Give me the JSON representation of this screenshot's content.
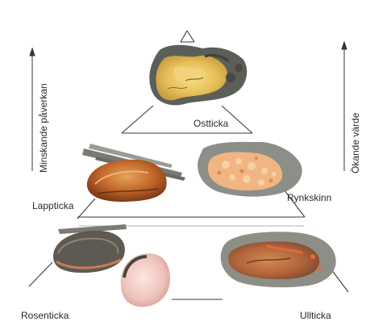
{
  "axes": {
    "left": "Minskande påverkan",
    "right": "Ökande värde"
  },
  "species": {
    "top": "Ostticka",
    "middle_left": "Lappticka",
    "middle_right": "Rynkskinn",
    "bottom_left": "Rosenticka",
    "bottom_right": "Ullticka"
  }
}
